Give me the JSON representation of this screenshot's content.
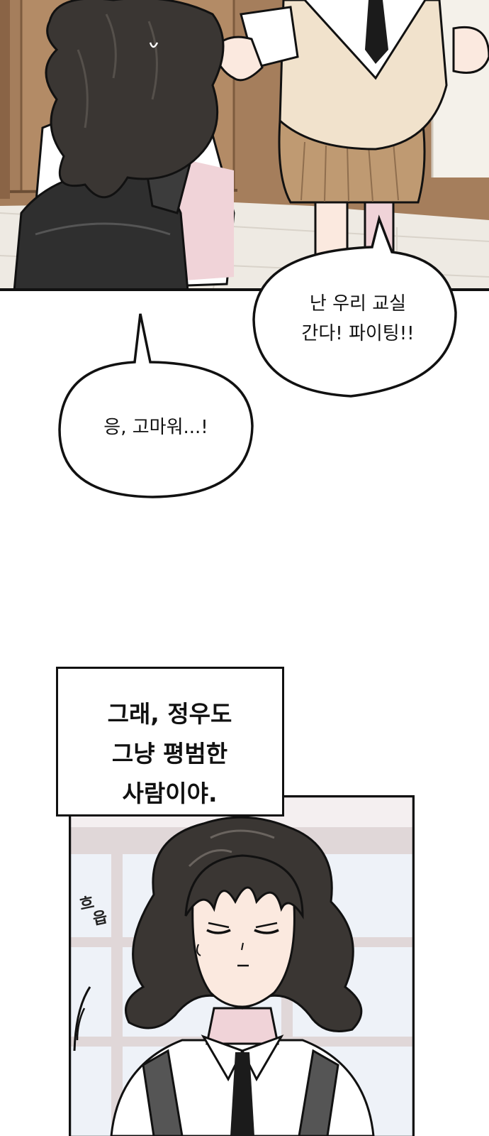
{
  "bubbles": [
    {
      "id": "friend",
      "lines": [
        "난 우리 교실",
        "간다! 파이팅!!"
      ]
    },
    {
      "id": "reply",
      "lines": [
        "응, 고마워...!"
      ]
    }
  ],
  "caption_box": {
    "lines": [
      "그래, 정우도",
      "그냥 평범한",
      "사람이야."
    ]
  },
  "sfx": {
    "sigh": [
      "흐",
      "읍"
    ]
  },
  "colors": {
    "outline": "#111111",
    "hair": "#3a3633",
    "wood_door": "#a57e5c",
    "floor": "#eeeae3",
    "skin": "#fbe9df",
    "vest": "#f1e2cc",
    "skirt": "#bf9a72",
    "shirt_pink": "#f0d3d8",
    "backpack": "#2f2f2f",
    "window_frame": "#e0d7d8",
    "sky": "#eef2f8"
  }
}
